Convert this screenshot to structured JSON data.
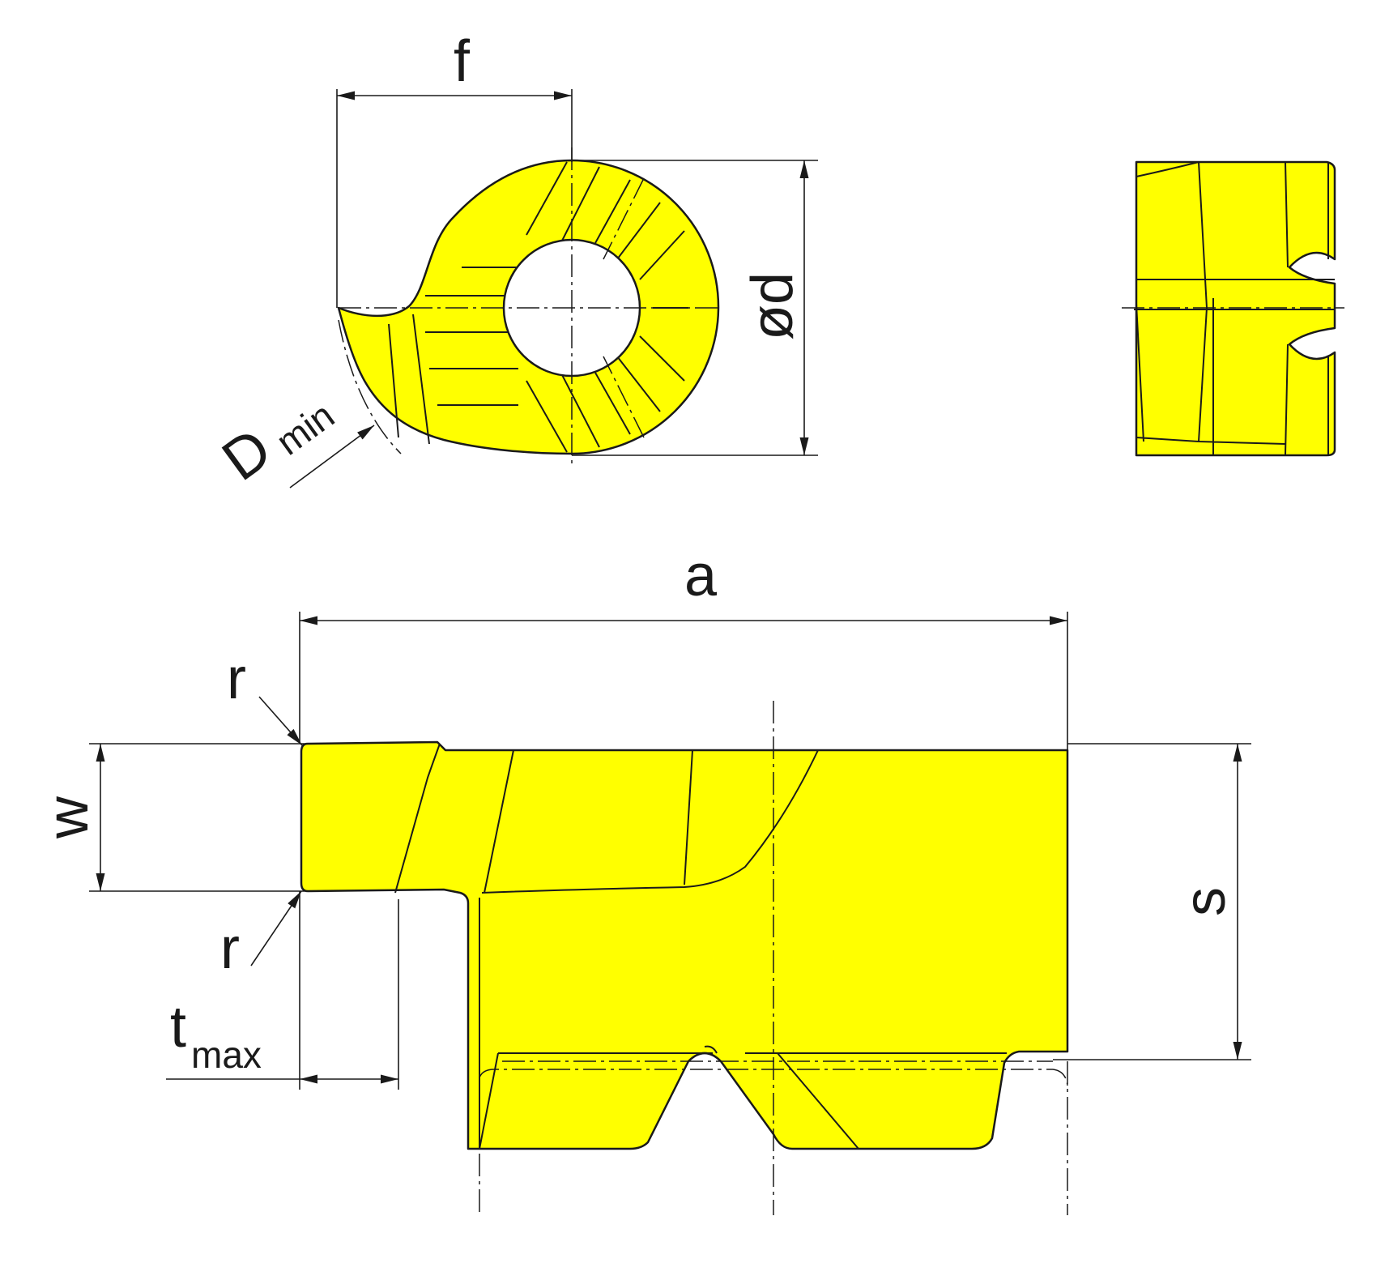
{
  "labels": {
    "f": "f",
    "d": "ød",
    "D": "D",
    "D_sub": "min",
    "a": "a",
    "r_top": "r",
    "r_bottom": "r",
    "w": "w",
    "s": "s",
    "t": "t",
    "t_sub": "max"
  },
  "colors": {
    "insert": "#ffff00",
    "line": "#1a1a1a"
  }
}
